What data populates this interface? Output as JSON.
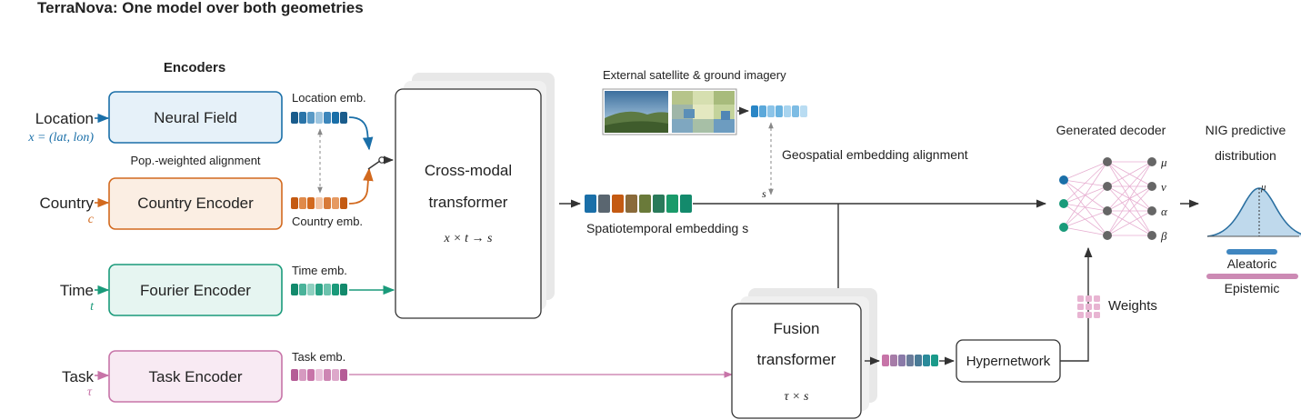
{
  "title": "TerraNova: One model over both geometries",
  "encoders_heading": "Encoders",
  "inputs": {
    "location": {
      "label": "Location",
      "sub": "x = (lat, lon)"
    },
    "country": {
      "label": "Country",
      "sub": "c"
    },
    "time": {
      "label": "Time",
      "sub": "t"
    },
    "task": {
      "label": "Task",
      "sub": "τ"
    }
  },
  "encoders": {
    "neural_field": "Neural Field",
    "country": "Country Encoder",
    "fourier": "Fourier Encoder",
    "task": "Task Encoder"
  },
  "embedding_labels": {
    "location": "Location emb.",
    "country": "Country emb.",
    "time": "Time emb.",
    "task": "Task emb."
  },
  "alignment_label": "Pop.-weighted alignment",
  "cross_modal": {
    "line1": "Cross-modal",
    "line2": "transformer",
    "formula": "x × t → s"
  },
  "spatiotemporal_label": "Spatiotemporal embedding s",
  "imagery_label": "External satellite & ground imagery",
  "geo_alignment_label": "Geospatial embedding alignment",
  "s_marker": "s",
  "fusion": {
    "line1": "Fusion",
    "line2": "transformer",
    "formula": "τ × s"
  },
  "hypernetwork_label": "Hypernetwork",
  "weights_label": "Weights",
  "decoder_label": "Generated decoder",
  "decoder_outputs": [
    "μ",
    "ν",
    "α",
    "β"
  ],
  "nig": {
    "line1": "NIG predictive",
    "line2": "distribution",
    "mu": "μ"
  },
  "uncertainty": {
    "aleatoric": "Aleatoric",
    "epistemic": "Epistemic"
  },
  "colors": {
    "location": "#1a6fa8",
    "country": "#d2691e",
    "time": "#1a9a7a",
    "task": "#c774a8",
    "aleatoric": "#3f86c0",
    "epistemic": "#cc8ab4",
    "decoder_node_gray": "#666666",
    "decoder_edge": "#e4a6cc"
  }
}
